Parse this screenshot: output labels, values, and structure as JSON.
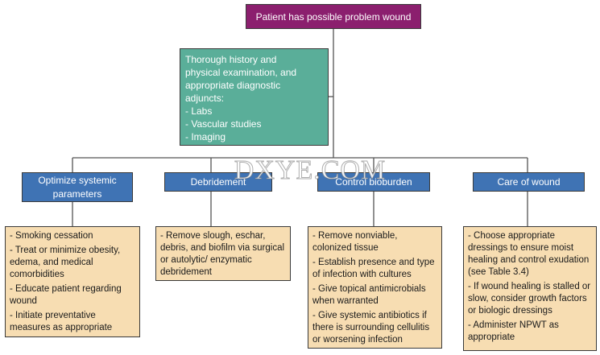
{
  "root": {
    "label": "Patient has possible problem wound"
  },
  "assessment": {
    "lines": [
      "Thorough history and",
      "physical examination, and",
      "appropriate diagnostic",
      "adjuncts:",
      "- Labs",
      "- Vascular studies",
      "- Imaging"
    ]
  },
  "categories": [
    {
      "label": "Optimize systemic parameters",
      "details": [
        "- Smoking cessation",
        "- Treat or minimize obesity, edema, and medical comorbidities",
        "- Educate patient regarding wound",
        "- Initiate preventative measures as appropriate"
      ]
    },
    {
      "label": "Debridement",
      "details": [
        "- Remove slough, eschar, debris, and biofilm via surgical or autolytic/ enzymatic debridement"
      ]
    },
    {
      "label": "Control bioburden",
      "details": [
        "- Remove nonviable, colonized tissue",
        "- Establish presence and type of infection with cultures",
        "- Give topical antimicrobials when warranted",
        "- Give systemic antibiotics if there is surrounding cellulitis or worsening infection"
      ]
    },
    {
      "label": "Care of wound",
      "details": [
        "- Choose appropriate dressings to ensure moist healing and control exudation (see Table 3.4)",
        "- If wound healing is stalled or slow, consider growth factors or biologic dressings",
        "- Administer NPWT as appropriate"
      ]
    }
  ],
  "watermark": "DXYE.COM",
  "colors": {
    "root": "#8b1f6e",
    "assessment": "#5aae99",
    "category": "#3f73b4",
    "detail": "#f7ddb2",
    "line": "#555555"
  }
}
